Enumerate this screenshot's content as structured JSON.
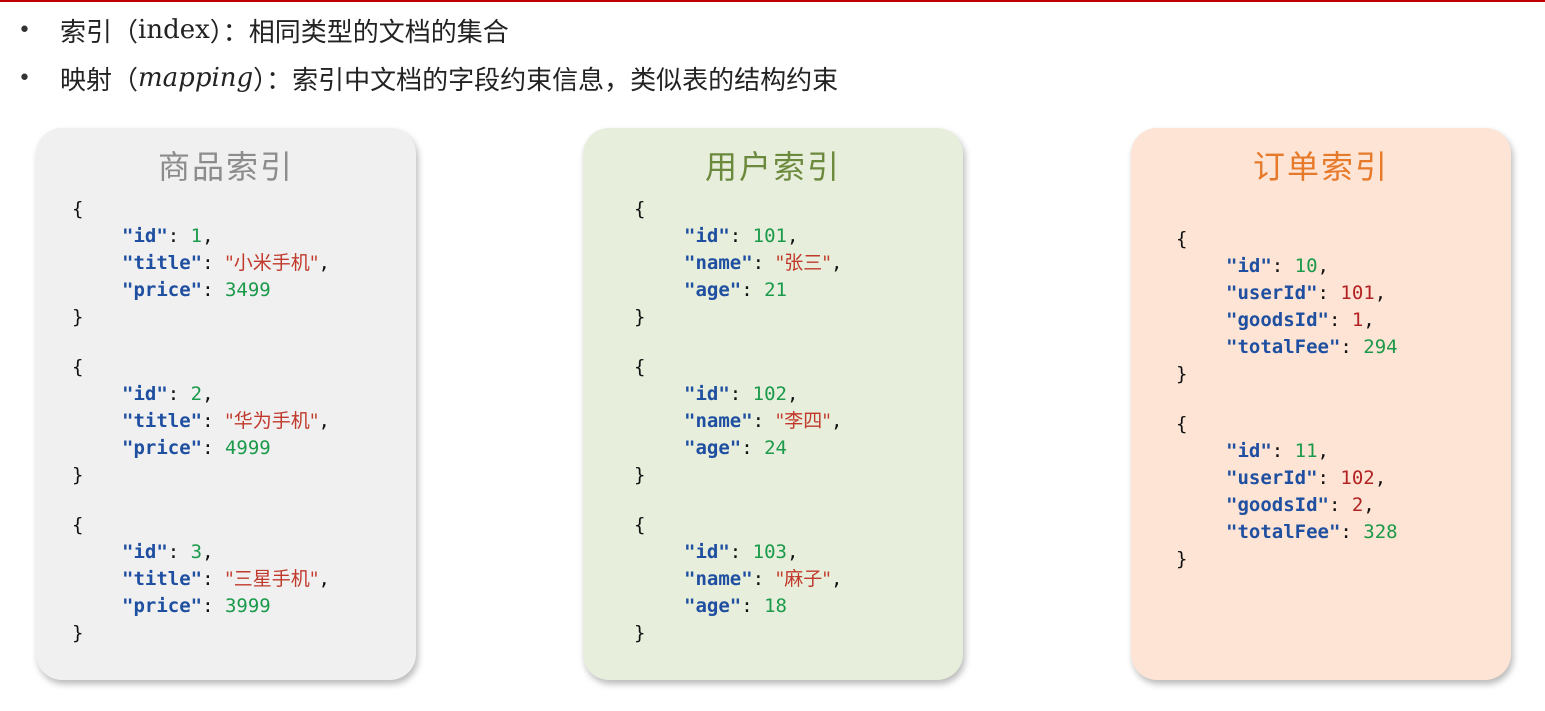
{
  "bullets": [
    {
      "prefix": "索引（",
      "term": "index",
      "suffix": "）：相同类型的文档的集合"
    },
    {
      "prefix": "映射（",
      "term": "mapping",
      "suffix": "）：索引中文档的字段约束信息，类似表的结构约束"
    }
  ],
  "colors": {
    "header_rule": "#c00000",
    "json_key": "#1f4fa0",
    "json_number": "#1a9a4a",
    "json_reference_number": "#b22222",
    "json_string": "#c0392b"
  },
  "cards": [
    {
      "title": "商品索引",
      "theme": {
        "background": "#f0f0f0",
        "title_color": "#8c8c8c"
      },
      "documents": [
        [
          {
            "key": "id",
            "value": "1",
            "type": "number"
          },
          {
            "key": "title",
            "value": "小米手机",
            "type": "string"
          },
          {
            "key": "price",
            "value": "3499",
            "type": "number"
          }
        ],
        [
          {
            "key": "id",
            "value": "2",
            "type": "number"
          },
          {
            "key": "title",
            "value": "华为手机",
            "type": "string"
          },
          {
            "key": "price",
            "value": "4999",
            "type": "number"
          }
        ],
        [
          {
            "key": "id",
            "value": "3",
            "type": "number"
          },
          {
            "key": "title",
            "value": "三星手机",
            "type": "string"
          },
          {
            "key": "price",
            "value": "3999",
            "type": "number"
          }
        ]
      ]
    },
    {
      "title": "用户索引",
      "theme": {
        "background": "#e8eedc",
        "title_color": "#6c8a3e"
      },
      "documents": [
        [
          {
            "key": "id",
            "value": "101",
            "type": "number"
          },
          {
            "key": "name",
            "value": "张三",
            "type": "string"
          },
          {
            "key": "age",
            "value": "21",
            "type": "number"
          }
        ],
        [
          {
            "key": "id",
            "value": "102",
            "type": "number"
          },
          {
            "key": "name",
            "value": "李四",
            "type": "string"
          },
          {
            "key": "age",
            "value": "24",
            "type": "number"
          }
        ],
        [
          {
            "key": "id",
            "value": "103",
            "type": "number"
          },
          {
            "key": "name",
            "value": "麻子",
            "type": "string"
          },
          {
            "key": "age",
            "value": "18",
            "type": "number"
          }
        ]
      ]
    },
    {
      "title": "订单索引",
      "theme": {
        "background": "#fde4d4",
        "title_color": "#e77a2a"
      },
      "documents": [
        [
          {
            "key": "id",
            "value": "10",
            "type": "number"
          },
          {
            "key": "userId",
            "value": "101",
            "type": "ref"
          },
          {
            "key": "goodsId",
            "value": "1",
            "type": "ref"
          },
          {
            "key": "totalFee",
            "value": "294",
            "type": "number"
          }
        ],
        [
          {
            "key": "id",
            "value": "11",
            "type": "number"
          },
          {
            "key": "userId",
            "value": "102",
            "type": "ref"
          },
          {
            "key": "goodsId",
            "value": "2",
            "type": "ref"
          },
          {
            "key": "totalFee",
            "value": "328",
            "type": "number"
          }
        ]
      ]
    }
  ]
}
